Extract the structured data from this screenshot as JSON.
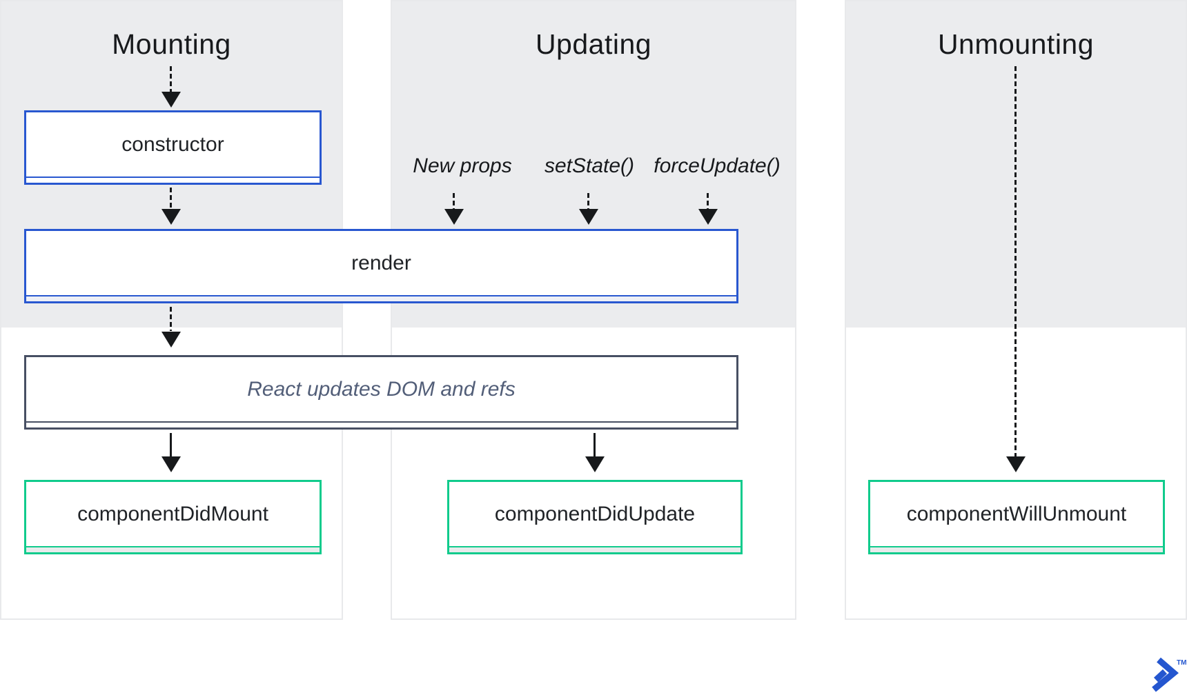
{
  "diagram": {
    "subject": "React component lifecycle"
  },
  "columns": [
    {
      "title": "Mounting"
    },
    {
      "title": "Updating"
    },
    {
      "title": "Unmounting"
    }
  ],
  "boxes": {
    "ctor": "constructor",
    "render": "render",
    "react_updates": "React updates DOM and refs",
    "did_mount": "componentDidMount",
    "did_update": "componentDidUpdate",
    "will_unmount": "componentWillUnmount"
  },
  "update_triggers": [
    {
      "label": "New props"
    },
    {
      "label": "setState()"
    },
    {
      "label": "forceUpdate()"
    }
  ],
  "logo": {
    "name": "toptal-mark",
    "trademark": "TM"
  },
  "colors": {
    "accent_blue": "#2857d0",
    "accent_green": "#10cb8c",
    "navy_border": "#474f63",
    "slate_italic_text": "#525e78",
    "header_gray": "#ebecee",
    "panel_border": "#e8e9eb",
    "arrow_black": "#17191b",
    "logo_blue": "#2456cf"
  }
}
